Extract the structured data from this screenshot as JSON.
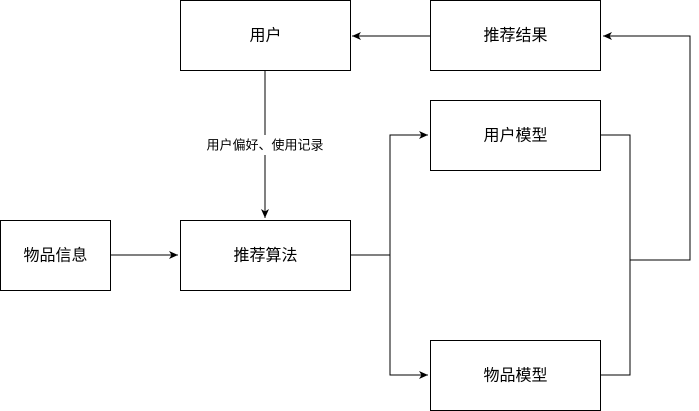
{
  "nodes": {
    "user": "用户",
    "recommend_result": "推荐结果",
    "user_model": "用户模型",
    "item_info": "物品信息",
    "recommend_algorithm": "推荐算法",
    "item_model": "物品模型"
  },
  "edges": {
    "user_to_algorithm_label": "用户偏好、使用记录"
  },
  "colors": {
    "stroke": "#000000",
    "fill": "#ffffff"
  }
}
